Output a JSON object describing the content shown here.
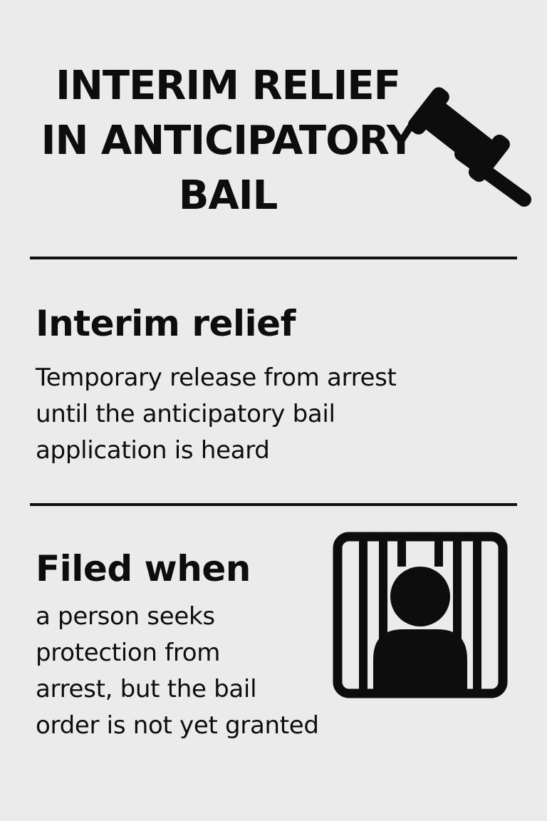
{
  "title": {
    "line1": "INTERIM RELIEF",
    "line2": "IN ANTICIPATORY",
    "line3": "BAIL"
  },
  "section1": {
    "heading": "Interim relief",
    "line1": "Temporary release from arrest",
    "line2": "until the anticipatory bail",
    "line3": "application is heard"
  },
  "section2": {
    "heading": "Filed when",
    "line1": "a person seeks",
    "line2": "protection from",
    "line3": "arrest, but the bail",
    "line4": "order is not yet granted"
  },
  "icons": {
    "header": "gavel-icon",
    "section2": "person-behind-bars-icon"
  },
  "colors": {
    "background": "#ebebeb",
    "ink": "#0d0d0d"
  }
}
